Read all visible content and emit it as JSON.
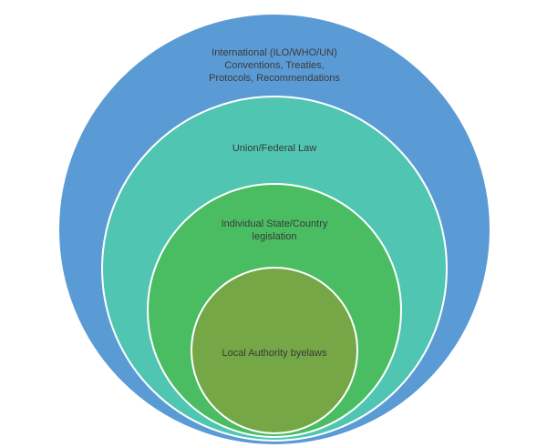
{
  "diagram": {
    "type": "nested-circles",
    "background_color": "#FFFFFF",
    "outline_color": "#FFFFFF",
    "text_color": "#3A3A3A",
    "rings": [
      {
        "id": "international",
        "label": "International (ILO/WHO/UN)\nConventions, Treaties,\nProtocols, Recommendations",
        "color": "#5B9BD5"
      },
      {
        "id": "union-federal",
        "label": "Union/Federal Law",
        "color": "#4FC5B2"
      },
      {
        "id": "state-country",
        "label": "Individual State/Country\nlegislation",
        "color": "#4ABD62"
      },
      {
        "id": "local-authority",
        "label": "Local Authority byelaws",
        "color": "#75A746"
      }
    ]
  }
}
